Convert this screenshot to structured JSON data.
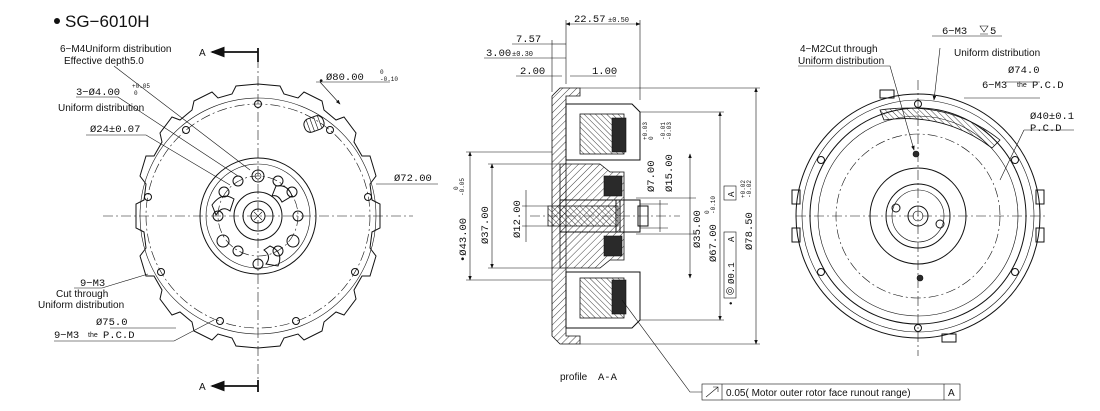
{
  "title": "SG−6010H",
  "section": {
    "cut_marker": "A",
    "profile_label": "profile",
    "profile_ref": "A-A",
    "runout_note": "0.05( Motor outer rotor face runout range)",
    "runout_datum": "A"
  },
  "front_view": {
    "note_m4_line1": "6−M4Uniform distribution",
    "note_m4_line2": "Effective depth5.0",
    "hole_note": "3−Ø4.00",
    "hole_tol_upper": "+0.05",
    "hole_tol_lower": "0",
    "uniform": "Uniform distribution",
    "d24": "Ø24±0.07",
    "d80_prefix": "•",
    "d80": "Ø80.00",
    "d80_tol_upper": "0",
    "d80_tol_lower": "-0.10",
    "d72": "Ø72.00",
    "m3_note": "9−M3",
    "cut_through": "Cut through",
    "uniform2": "Uniform distribution",
    "d75": "Ø75.0",
    "pcd_prefix": "9−M3",
    "pcd_the": "the",
    "pcd": "P.C.D"
  },
  "side_view": {
    "d22": "22.57",
    "d22_tol": "±0.50",
    "d7_57": "7.57",
    "d3": "3.00",
    "d3_tol": "±0.30",
    "d2": "2.00",
    "d1": "1.00",
    "d43": "•Ø43.00",
    "d43_tol_upper": "0",
    "d43_tol_lower": "-0.05",
    "d37": "Ø37.00",
    "d12": "Ø12.00",
    "d7": "Ø7.00",
    "d7_tol_upper": "+0.03",
    "d7_tol_lower": "0",
    "d15": "Ø15.00",
    "d15_tol_upper": "-0.01",
    "d15_tol_lower": "-0.03",
    "d35": "Ø35.00",
    "d67": "Ø67.00",
    "d67_tol_upper": "0",
    "d67_tol_lower": "-0.10",
    "d67_datum": "A",
    "concentric_prefix": "•",
    "concentric_tol": "Ø0.1",
    "concentric_datum": "A",
    "d78": "Ø78.50",
    "d78_tol_upper": "+0.02",
    "d78_tol_lower": "-0.02"
  },
  "rear_view": {
    "m2_line1": "4−M2Cut through",
    "m2_line2": "Uniform distribution",
    "m3_depth": "6−M3",
    "m3_depth_val": "5",
    "uniform": "Uniform distribution",
    "d74": "Ø74.0",
    "pcd_prefix": "6−M3",
    "pcd_the": "the",
    "pcd": "P.C.D",
    "d40": "Ø40±0.1",
    "pcd2": "P.C.D"
  }
}
